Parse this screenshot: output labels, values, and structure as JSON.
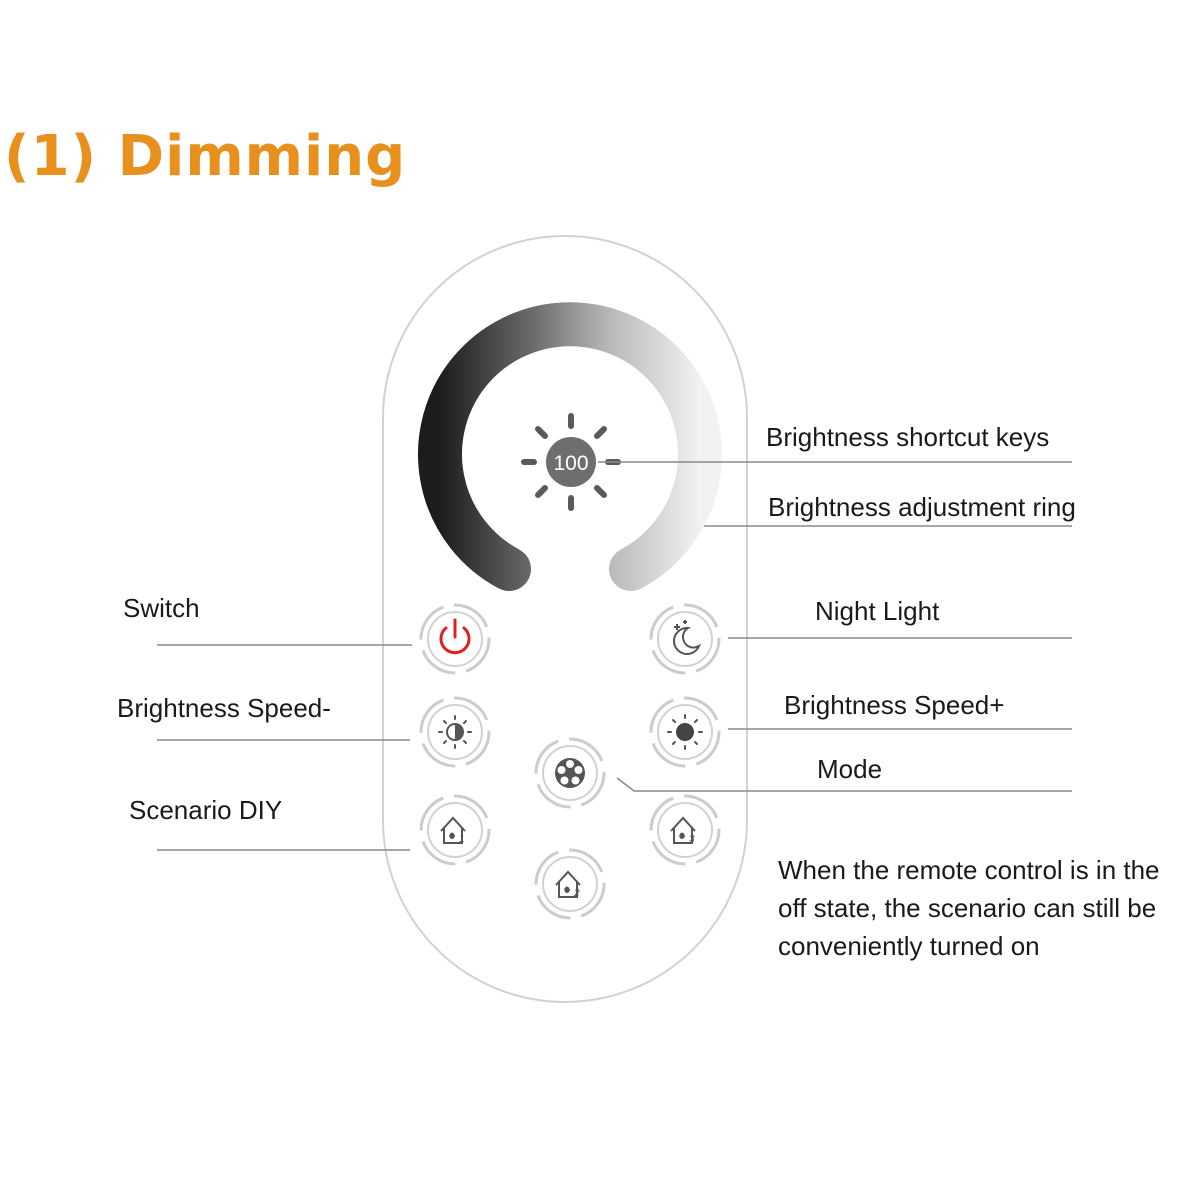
{
  "title": "(1) Dimming",
  "colors": {
    "title": "#e8901e",
    "power_icon": "#e02020",
    "outline": "#d2d2d2",
    "leader_line": "#8a8a8a",
    "ring_dark": "#1c1c1c",
    "ring_light": "#f2f2f2"
  },
  "remote": {
    "brightness_value": "100"
  },
  "labels": {
    "brightness_shortcut_keys": "Brightness shortcut keys",
    "brightness_adjustment_ring": "Brightness adjustment ring",
    "switch": "Switch",
    "night_light": "Night Light",
    "brightness_speed_minus": "Brightness Speed-",
    "brightness_speed_plus": "Brightness Speed+",
    "mode": "Mode",
    "scenario_diy": "Scenario DIY"
  },
  "note": {
    "lines": [
      "When the remote control is in the",
      "off state, the scenario can still be",
      "conveniently turned on"
    ]
  },
  "icons": {
    "ring": "brightness-ring",
    "center": "sun-icon",
    "switch": "power-icon",
    "night_light": "moon-stars-icon",
    "speed_minus": "half-sun-icon",
    "speed_plus": "sun-icon",
    "mode": "mode-dots-icon",
    "scenario_1": "home-scene-1-icon",
    "scenario_2": "home-scene-2-icon",
    "scenario_3": "home-scene-3-icon"
  }
}
